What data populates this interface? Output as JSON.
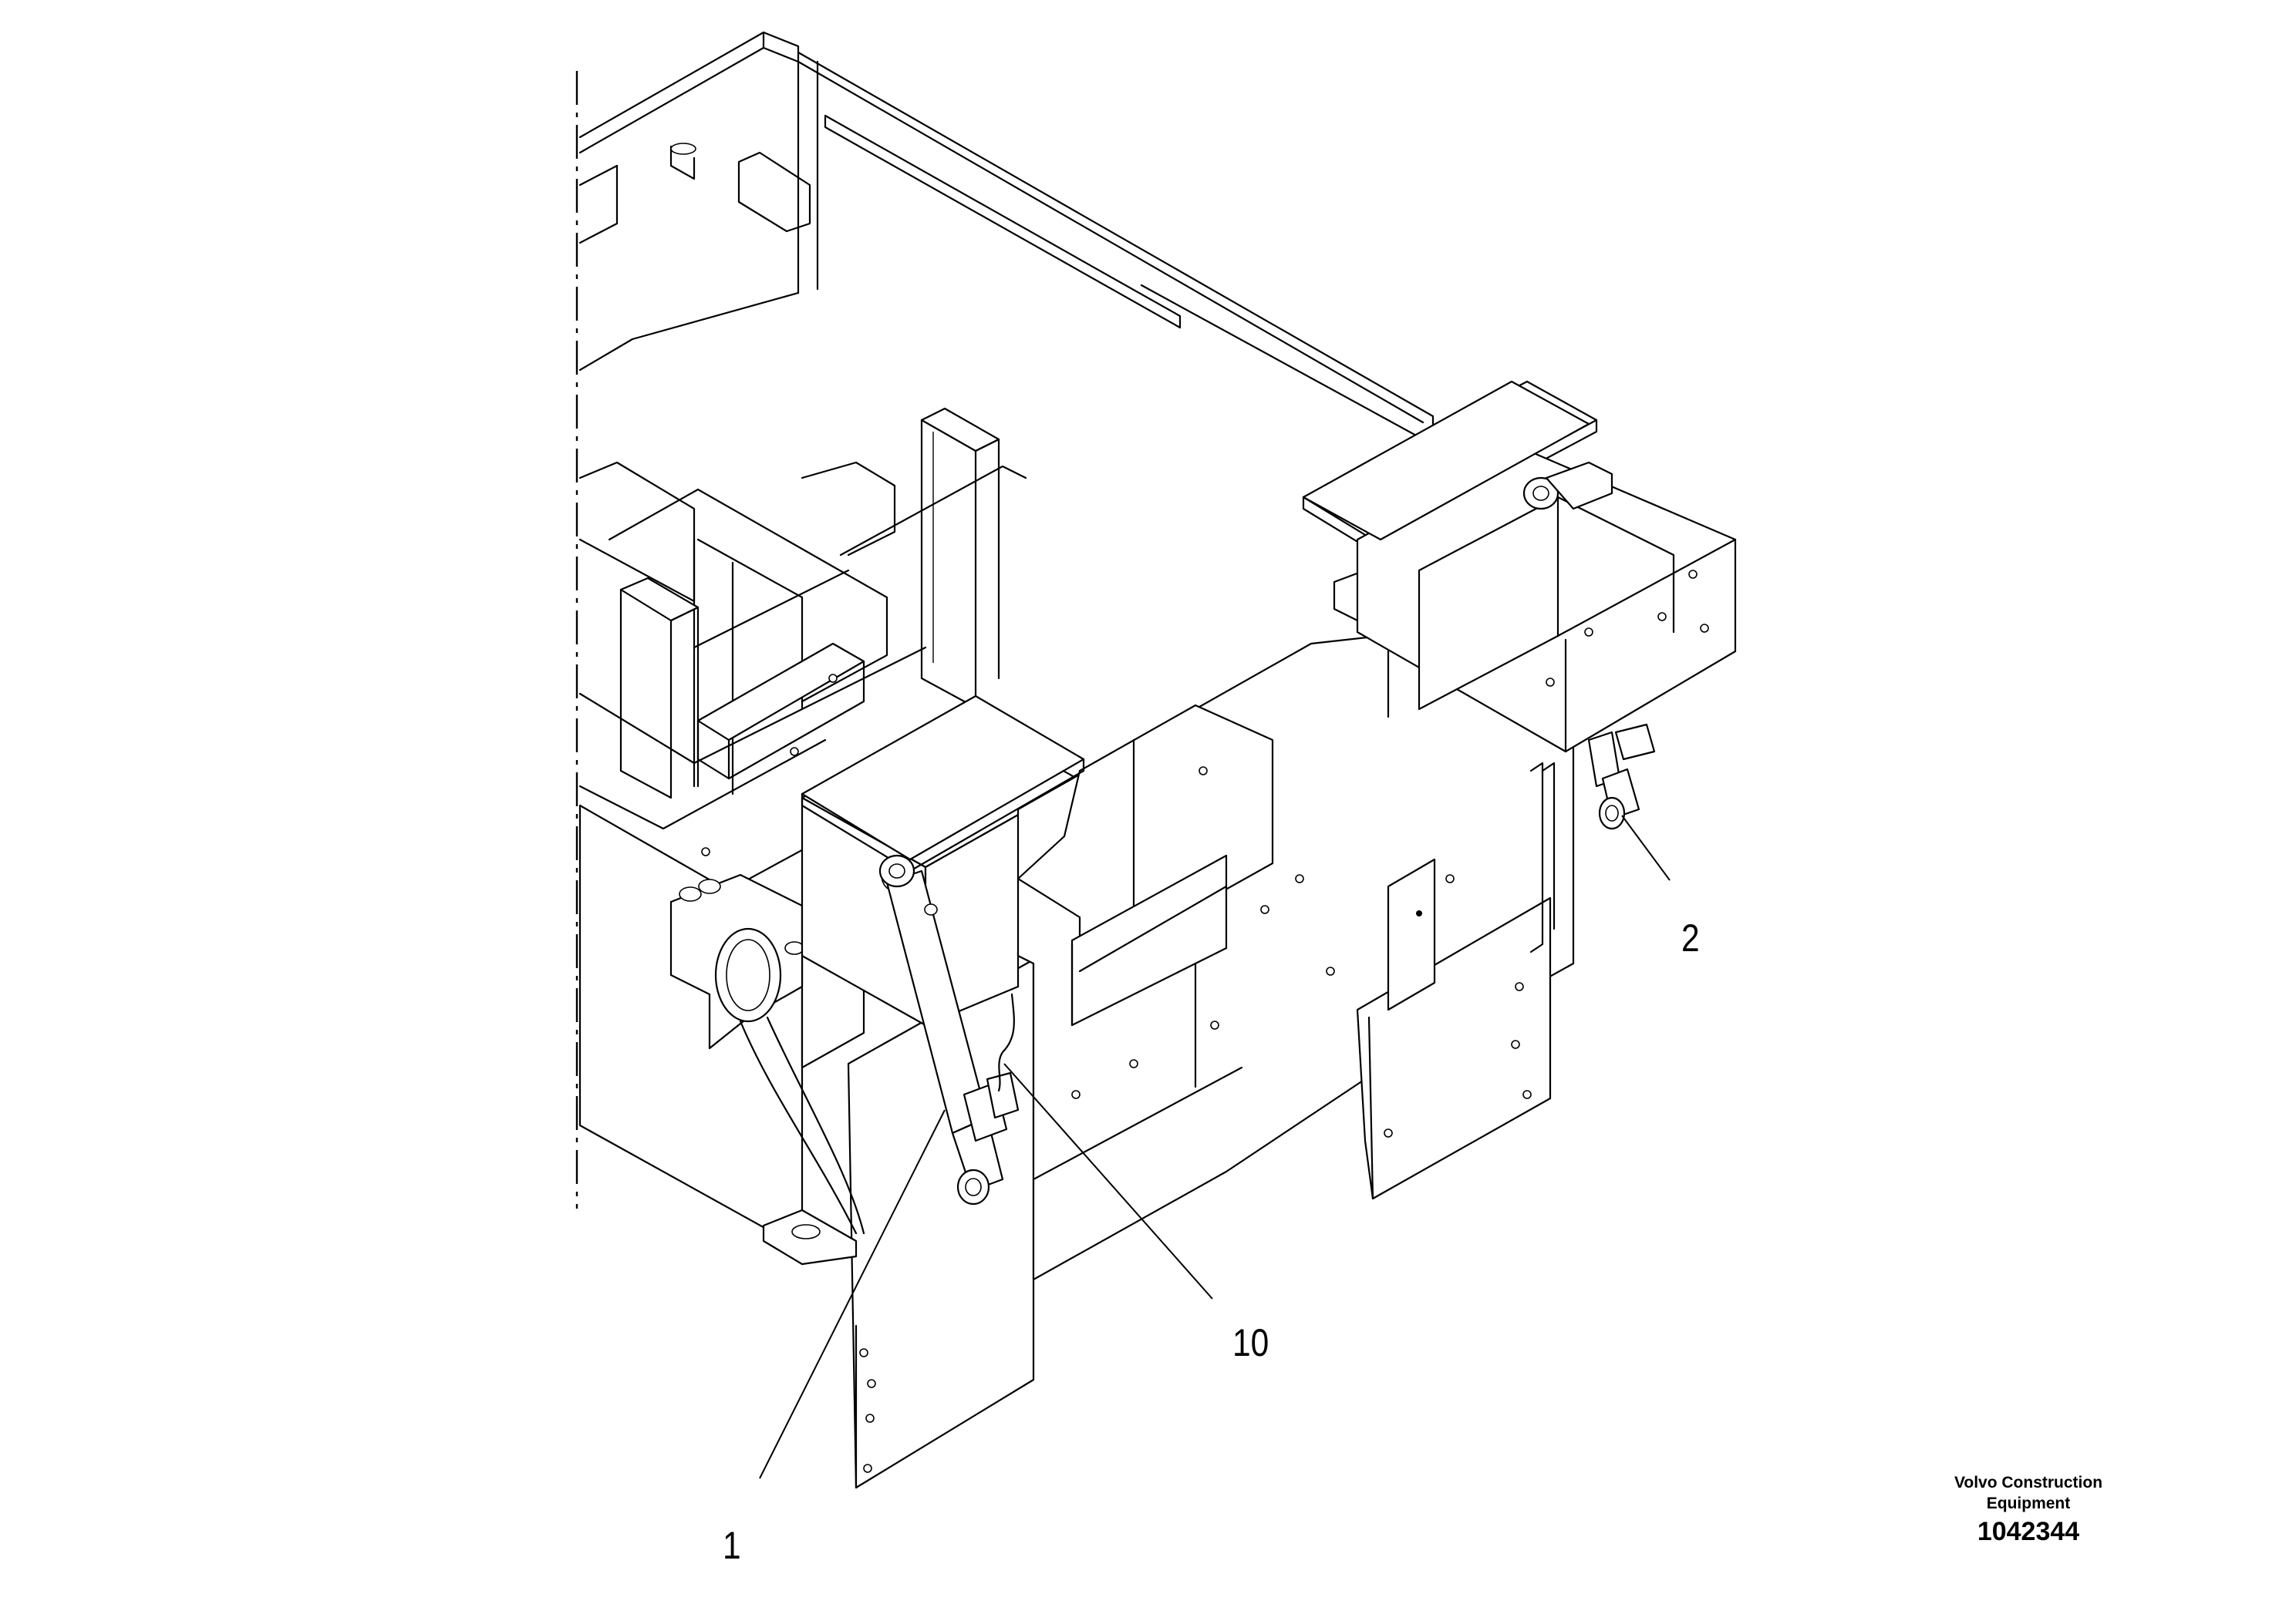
{
  "callouts": {
    "c1": "1",
    "c2": "2",
    "c10": "10"
  },
  "footer": {
    "brand_line1": "Volvo Construction",
    "brand_line2": "Equipment",
    "doc_number": "1042344"
  }
}
